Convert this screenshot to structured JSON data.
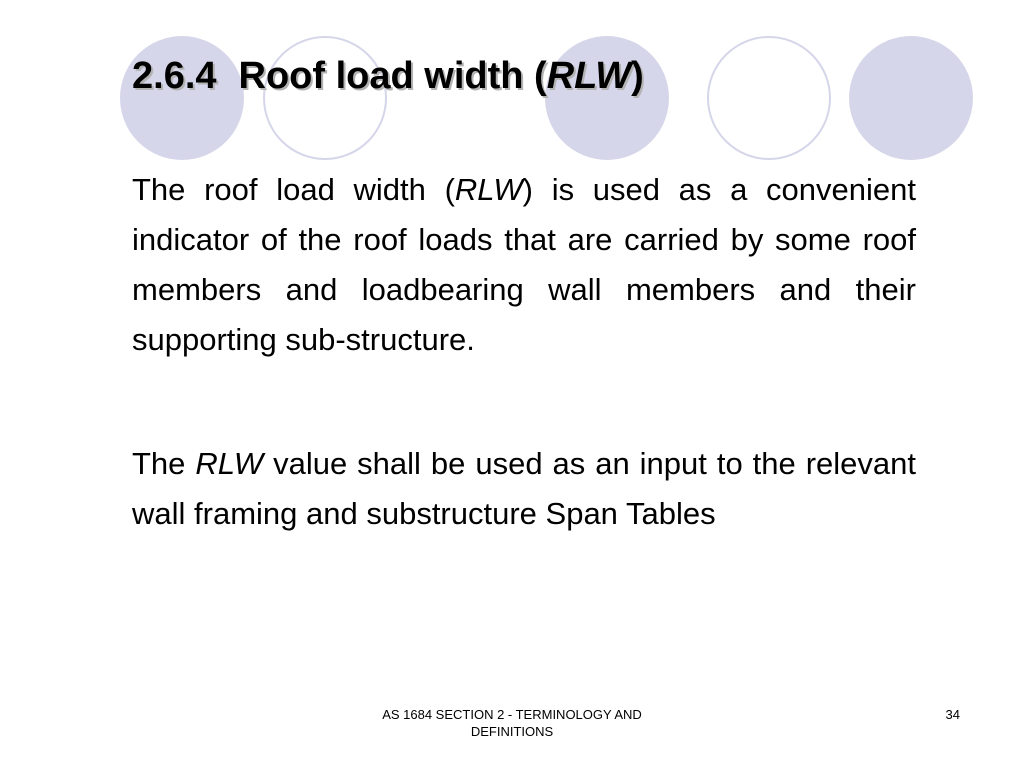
{
  "slide": {
    "title": {
      "number": "2.6.4",
      "text_before": "Roof load width (",
      "italic": "RLW",
      "text_after": ")"
    },
    "paragraph1": {
      "before": "The roof load width (",
      "italic": "RLW",
      "after": ") is used as a convenient indicator of the roof loads that are carried by some roof members and loadbearing wall members and their supporting sub-structure."
    },
    "paragraph2": {
      "before": "The ",
      "italic": "RLW",
      "after": " value shall be used as an input to the relevant wall framing and substructure Span Tables"
    },
    "footer": {
      "line1": "AS 1684  SECTION 2 - TERMINOLOGY AND",
      "line2": "DEFINITIONS"
    },
    "page_number": "34"
  },
  "colors": {
    "circle_fill": "#d6d6ea",
    "circle_outline": "#d6d6ea",
    "text": "#000000"
  }
}
